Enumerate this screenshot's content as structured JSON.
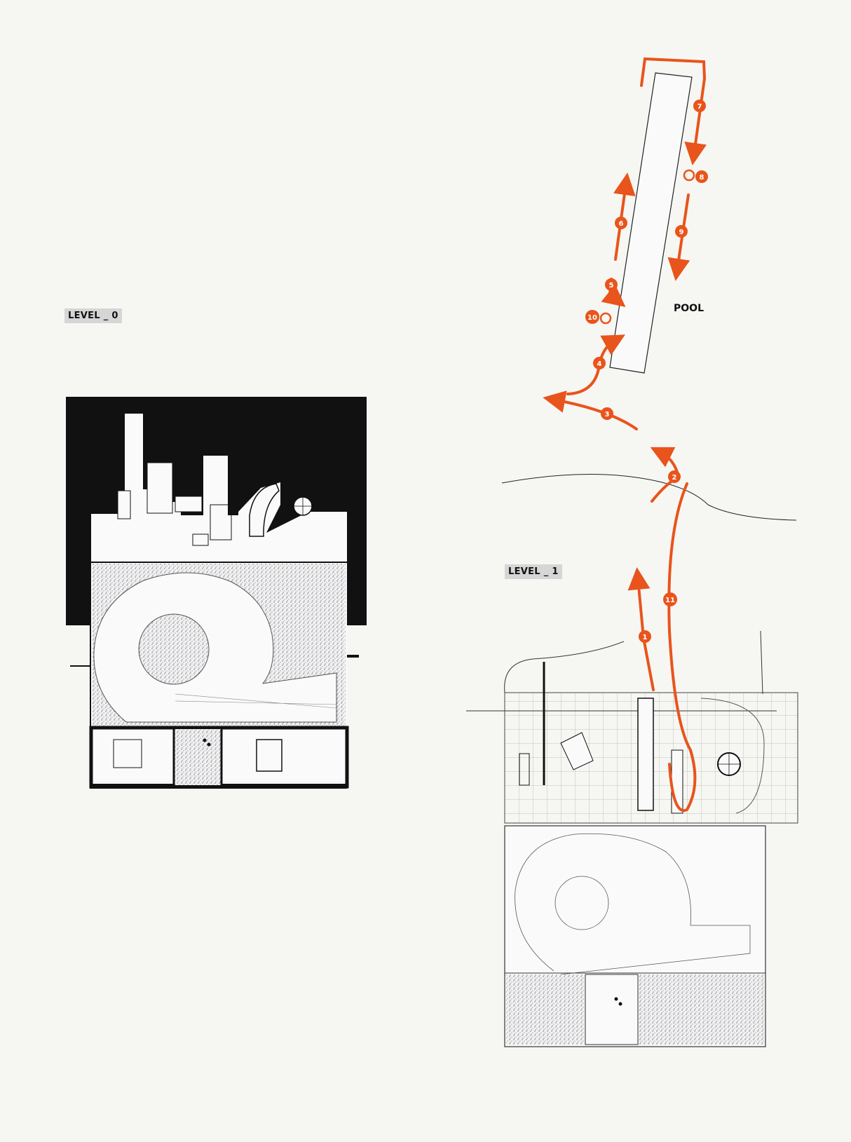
{
  "labels": {
    "level0": "LEVEL _ 0",
    "level1": "LEVEL _ 1",
    "pool": "POOL"
  },
  "path_markers": [
    "1",
    "2",
    "3",
    "4",
    "5",
    "6",
    "7",
    "8",
    "9",
    "10",
    "11"
  ],
  "colors": {
    "path": "#e8541b",
    "ink": "#111111",
    "gravel": "#8e8e9a",
    "tag_bg": "#d6d6d6",
    "paper": "#f6f6f3"
  }
}
